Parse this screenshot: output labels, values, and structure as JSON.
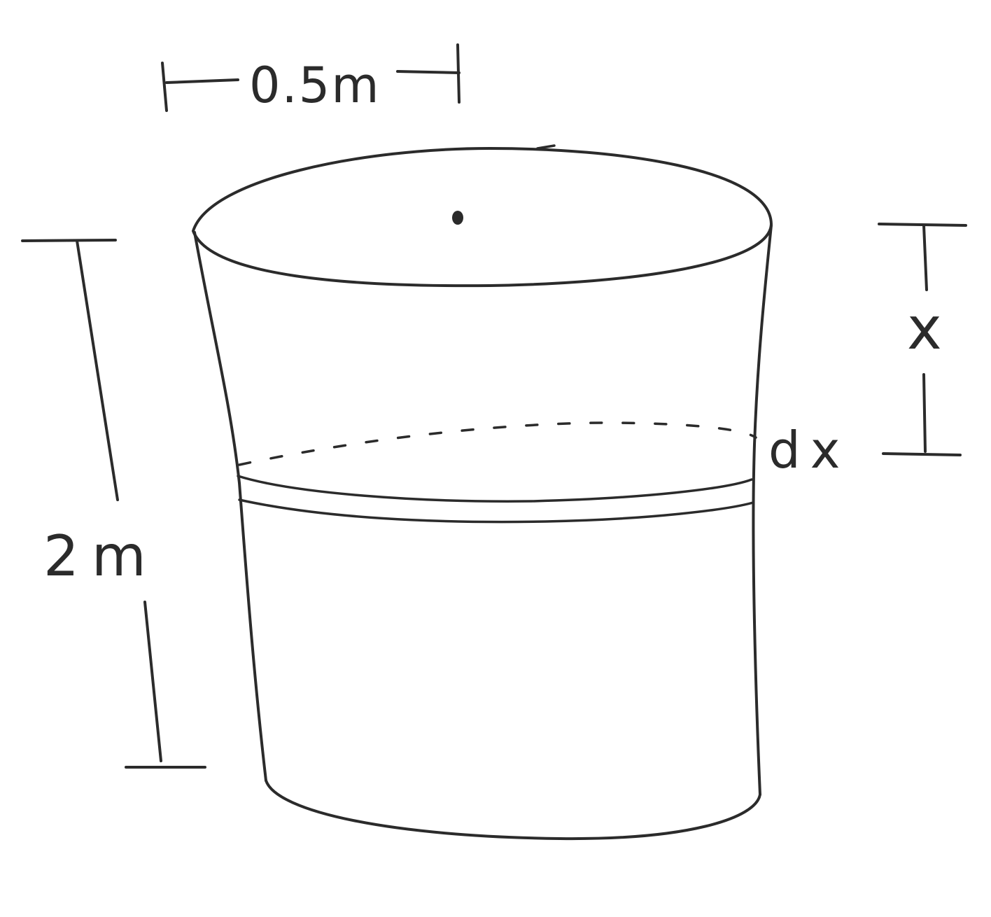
{
  "diagram": {
    "labels": {
      "radius": "0.5m",
      "height": "2m",
      "depth": "x",
      "slice_thickness": "dx"
    },
    "stroke_color": "#2b2b2b",
    "background_color": "#ffffff"
  }
}
